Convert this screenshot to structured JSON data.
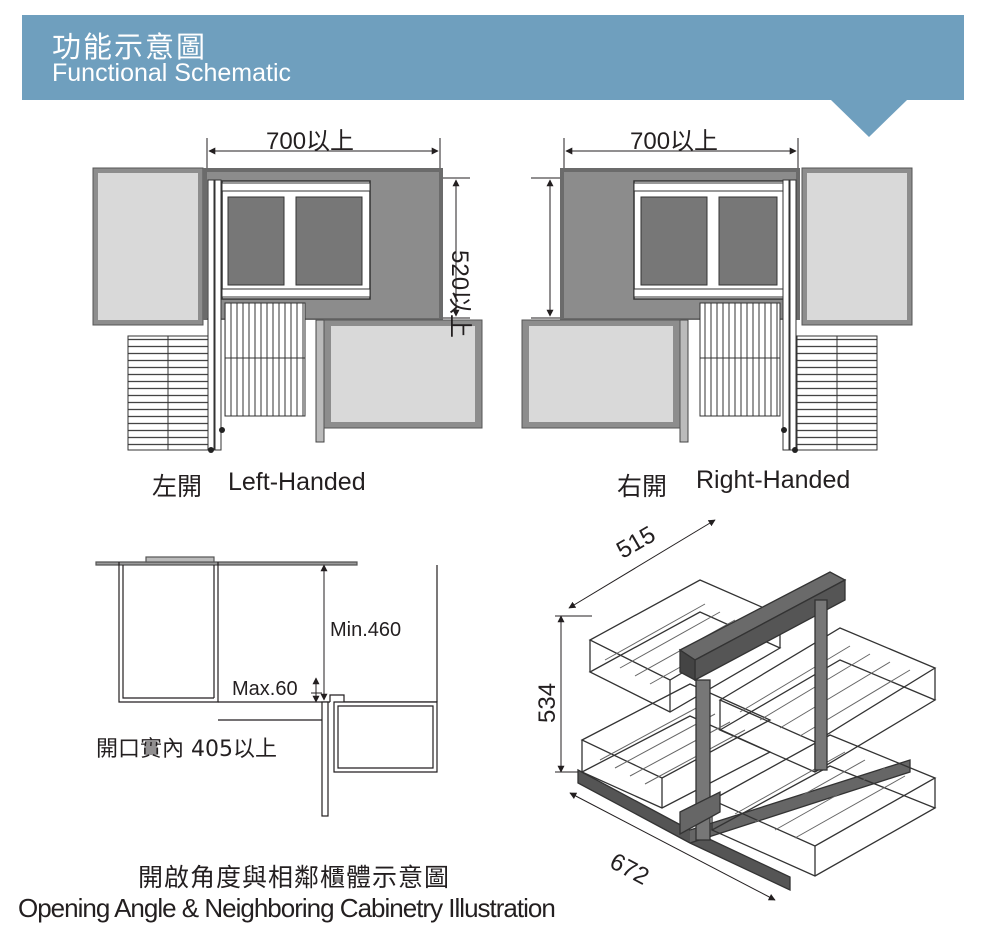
{
  "header": {
    "title_zh": "功能示意圖",
    "title_en": "Functional Schematic"
  },
  "left_handed": {
    "width_dim": "700以上",
    "depth_dim": "520以上",
    "caption_zh": "左開",
    "caption_en": "Left-Handed"
  },
  "right_handed": {
    "width_dim": "700以上",
    "caption_zh": "右開",
    "caption_en": "Right-Handed"
  },
  "opening": {
    "min_label": "Min.460",
    "max_label": "Max.60",
    "opening_label": "開口實內 405以上"
  },
  "basket": {
    "dim_top": "515",
    "dim_height": "534",
    "dim_bottom": "672"
  },
  "footer": {
    "caption_zh": "開啟角度與相鄰櫃體示意圖",
    "caption_en": "Opening Angle & Neighboring Cabinetry Illustration"
  },
  "colors": {
    "header_bg": "#6f9fbe",
    "panel_gray": "#9a9a9a",
    "panel_light": "#d6d6d6",
    "frame_dark": "#555555"
  }
}
